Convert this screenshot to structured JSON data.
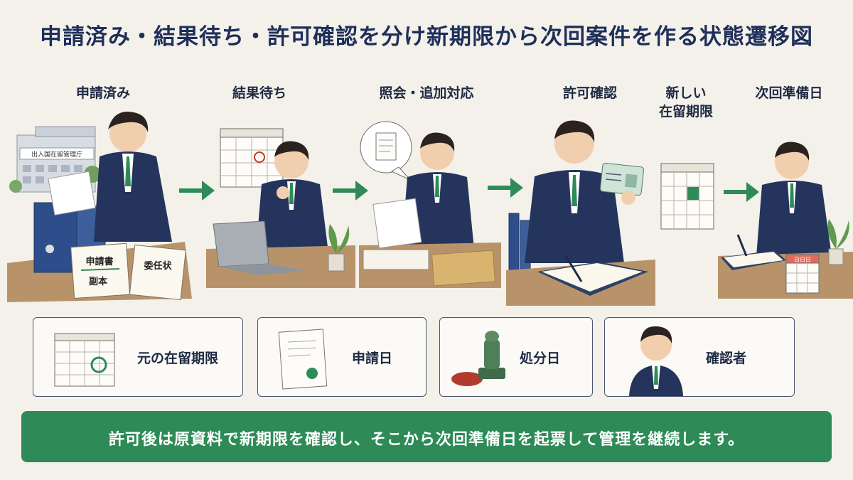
{
  "title": "申請済み・結果待ち・許可確認を分け新期限から次回案件を作る状態遷移図",
  "stages": [
    {
      "label": "申請済み"
    },
    {
      "label": "結果待ち"
    },
    {
      "label": "照会・追加対応"
    },
    {
      "label": "許可確認"
    },
    {
      "label_line1": "新しい",
      "label_line2": "在留期限"
    },
    {
      "label": "次回準備日"
    }
  ],
  "scene_text": {
    "building_sign": "出入国在留管理庁",
    "doc_application": "申請書",
    "doc_copy": "副本",
    "doc_power": "委任状",
    "calendar_header": "日日日"
  },
  "cards": [
    {
      "label": "元の在留期限",
      "icon": "calendar-circle-icon"
    },
    {
      "label": "申請日",
      "icon": "document-stamp-icon"
    },
    {
      "label": "処分日",
      "icon": "hanko-stamp-icon"
    },
    {
      "label": "確認者",
      "icon": "person-icon"
    }
  ],
  "footer": "許可後は原資料で新期限を確認し、そこから次回準備日を起票して管理を継続します。",
  "colors": {
    "accent_green": "#2e8b57",
    "navy": "#1e2f5a",
    "background": "#f4f1ea"
  }
}
